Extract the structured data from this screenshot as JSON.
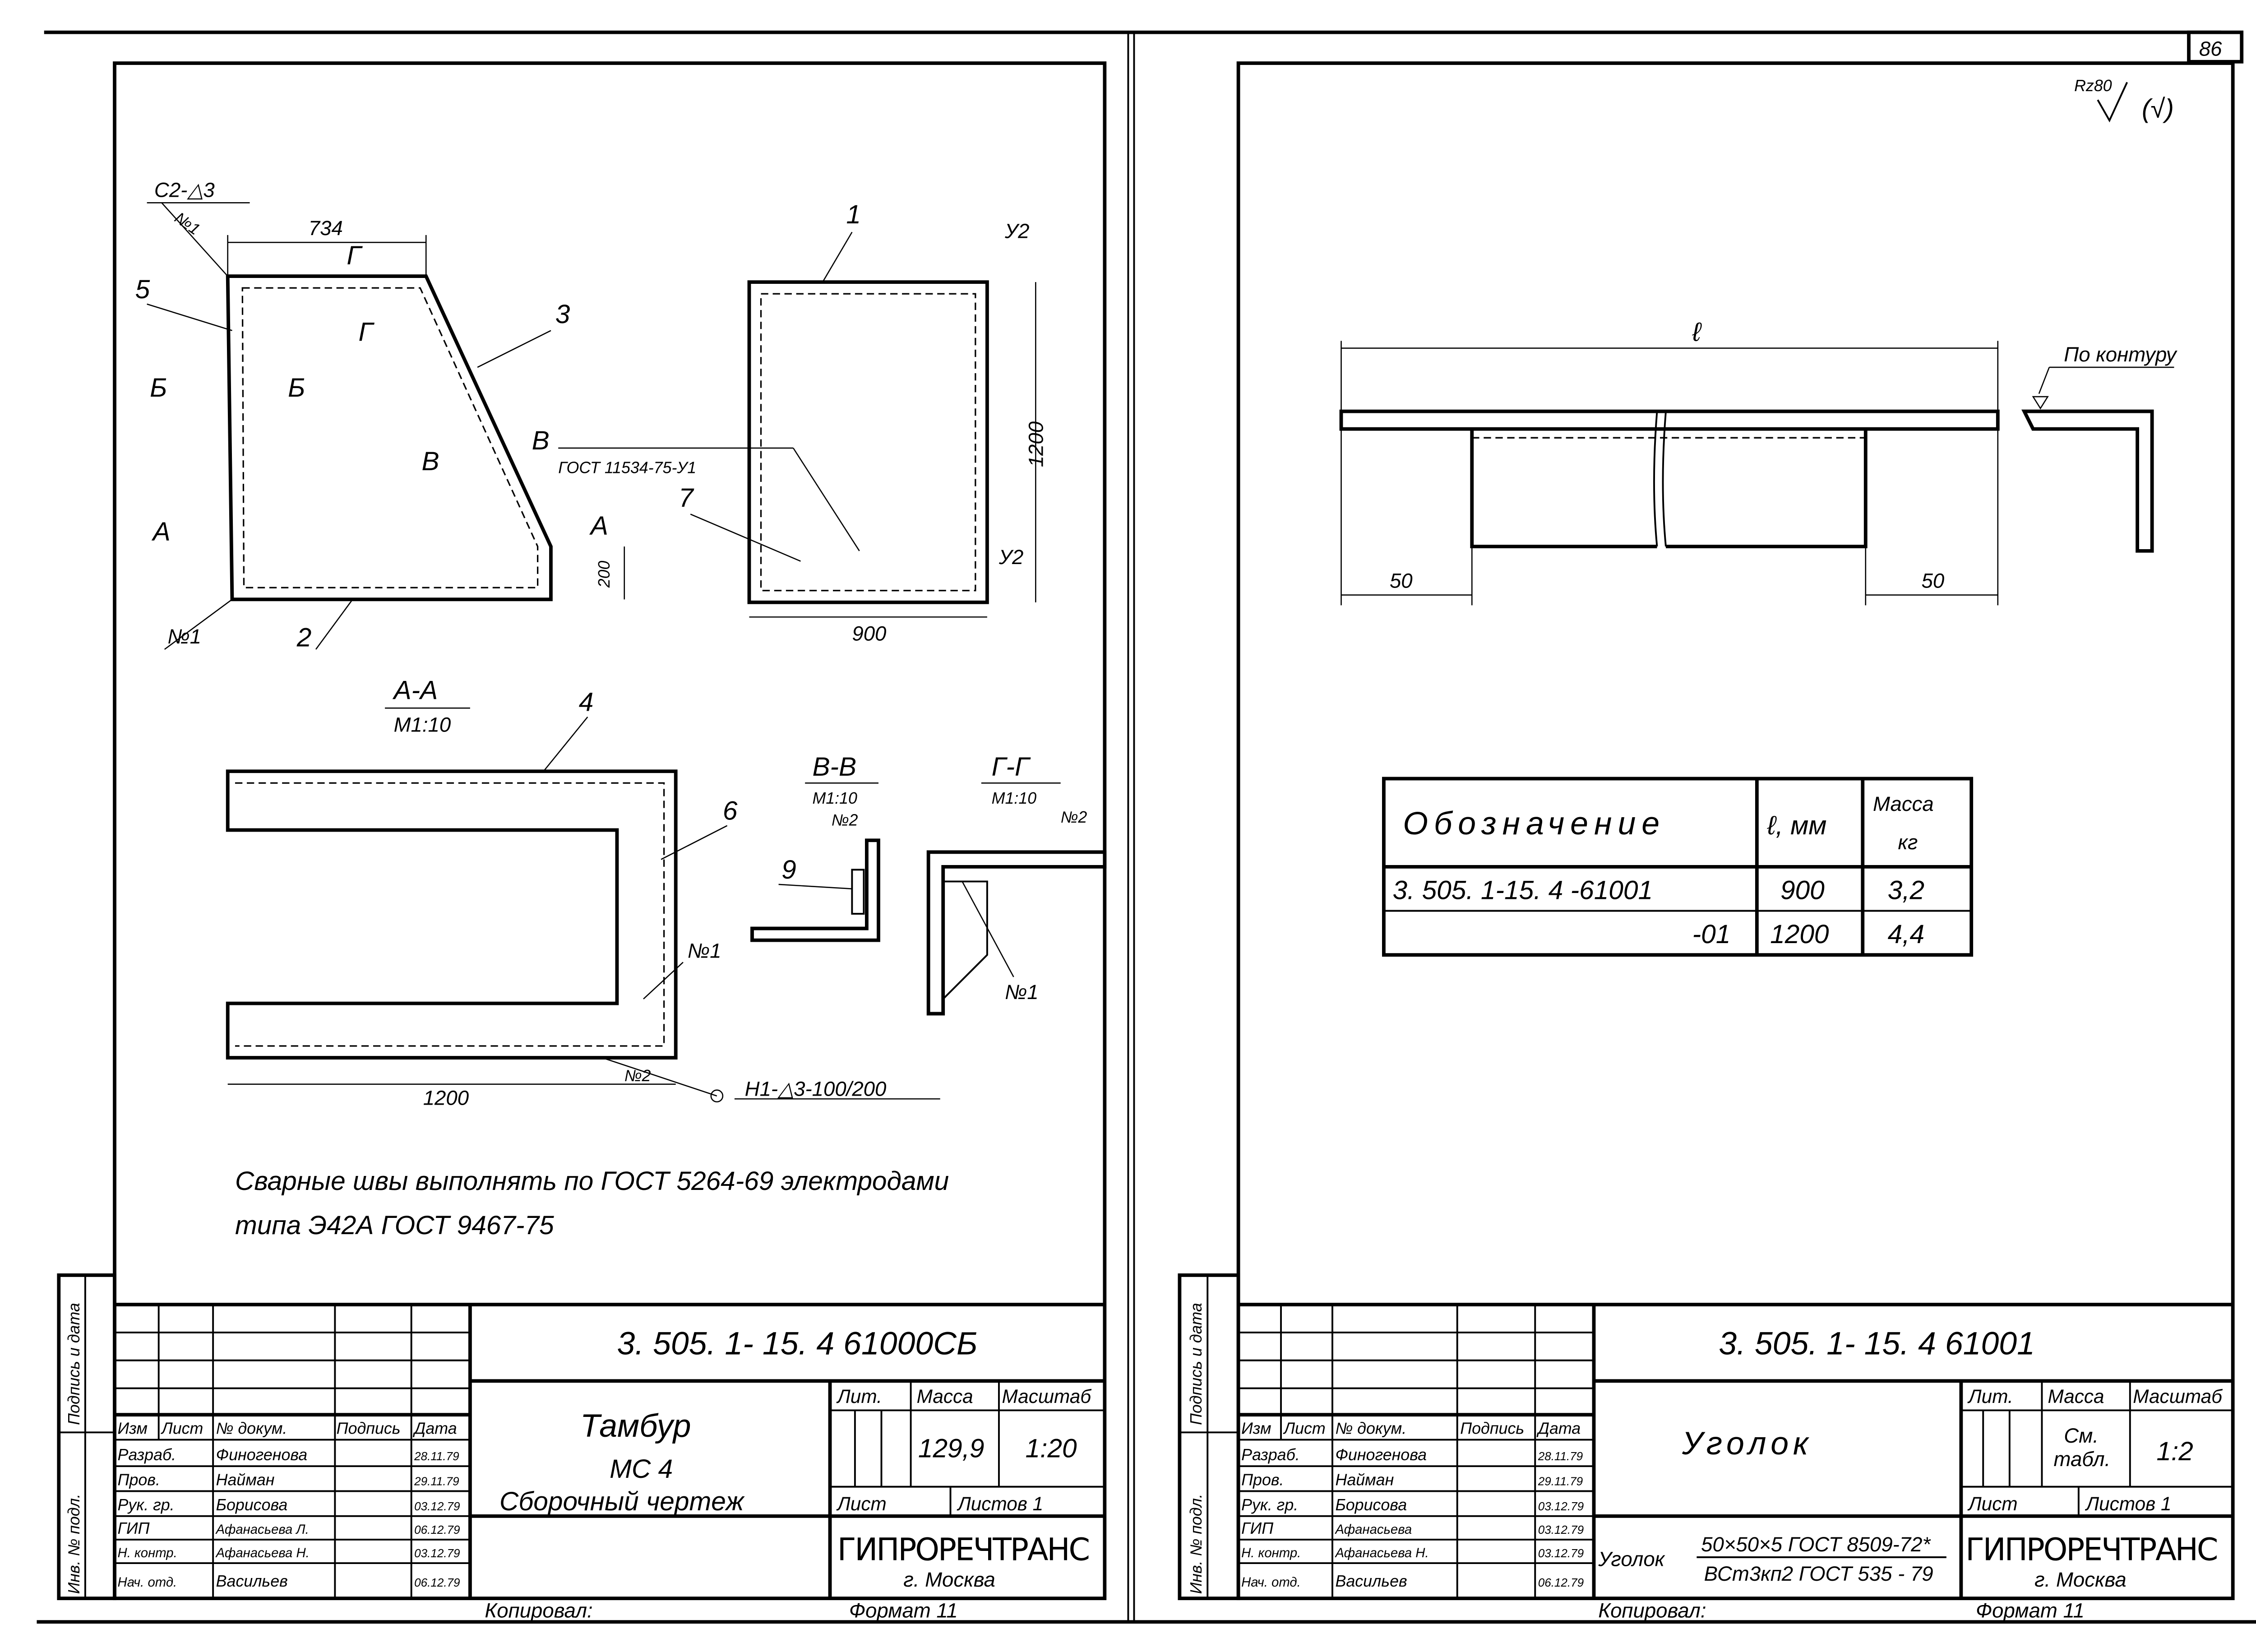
{
  "page_number": "86",
  "left_sheet": {
    "plan": {
      "weld_mark": "С2-△3",
      "weld_no": "№1",
      "dim_top": "734",
      "dim_side": "200",
      "pos": [
        "1",
        "2",
        "3",
        "5",
        "7"
      ],
      "section_marks": {
        "A": "А",
        "B": "Б",
        "V": "В",
        "G": "Г"
      },
      "corner_weld": "№1",
      "gost_label": "ГОСТ 11534-75-У1",
      "u2_top": "У2",
      "u2_bottom": "У2",
      "dim_height": "1200",
      "dim_width": "900"
    },
    "section_aa": {
      "title": "А-А",
      "scale": "М1:10",
      "pos4": "4",
      "pos6": "6",
      "weld1": "№1",
      "weld2": "№2",
      "dim": "1200",
      "weld_spec": "Н1-△3-100/200"
    },
    "section_vv": {
      "title": "В-В",
      "scale": "М1:10",
      "weld": "№2",
      "pos9": "9"
    },
    "section_gg": {
      "title": "Г-Г",
      "scale": "М1:10",
      "weld2": "№2",
      "weld1": "№1"
    },
    "notes": [
      "Сварные швы выполнять по ГОСТ 5264-69 электродами",
      "типа Э42А  ГОСТ 9467-75"
    ],
    "title_block": {
      "doc_number": "3. 505. 1- 15. 4    61000СБ",
      "name_line1": "Тамбур",
      "name_line2": "МС 4",
      "name_line3": "Сборочный чертеж",
      "headers": {
        "izm": "Изм",
        "list": "Лист",
        "doc": "№ докум.",
        "sign": "Подпись",
        "date": "Дата"
      },
      "roles": [
        {
          "role": "Разраб.",
          "name": "Финогенова",
          "date": "28.11.79"
        },
        {
          "role": "Пров.",
          "name": "Найман",
          "date": "29.11.79"
        },
        {
          "role": "Рук. гр.",
          "name": "Борисова",
          "date": "03.12.79"
        },
        {
          "role": "ГИП",
          "name": "Афанасьева Л.",
          "date": "06.12.79"
        },
        {
          "role": "Н. контр.",
          "name": "Афанасьева Н.",
          "date": "03.12.79"
        },
        {
          "role": "Нач. отд.",
          "name": "Васильев",
          "date": "06.12.79"
        }
      ],
      "lit_label": "Лит.",
      "mass_label": "Масса",
      "scale_label": "Масштаб",
      "mass": "129,9",
      "scale": "1:20",
      "sheet_label": "Лист",
      "sheets_label": "Листов 1",
      "company": "ГИПРОРЕЧТРАНС",
      "city": "г. Москва",
      "copied": "Копировал: ",
      "format": "Формат 11"
    },
    "side_strip": {
      "inv": "Инв. № подл.",
      "sign_date": "Подпись и дата"
    }
  },
  "right_sheet": {
    "roughness": "Rz80",
    "roughness_suffix": "(√)",
    "dim_l": "ℓ",
    "dim_left": "50",
    "dim_right": "50",
    "contour_label": "По контуру",
    "table": {
      "headers": [
        "Обозначение",
        "ℓ, мм",
        "Масса",
        "кг"
      ],
      "rows": [
        [
          "3. 505. 1-15. 4  -61001",
          "900",
          "3,2"
        ],
        [
          "-01",
          "1200",
          "4,4"
        ]
      ]
    },
    "title_block": {
      "doc_number": "3. 505. 1- 15. 4    61001",
      "name": "Уголок",
      "headers": {
        "izm": "Изм",
        "list": "Лист",
        "doc": "№ докум.",
        "sign": "Подпись",
        "date": "Дата"
      },
      "roles": [
        {
          "role": "Разраб.",
          "name": "Финогенова",
          "date": "28.11.79"
        },
        {
          "role": "Пров.",
          "name": "Найман",
          "date": "29.11.79"
        },
        {
          "role": "Рук. гр.",
          "name": "Борисова",
          "date": "03.12.79"
        },
        {
          "role": "ГИП",
          "name": "Афанасьева",
          "date": "03.12.79"
        },
        {
          "role": "Н. контр.",
          "name": "Афанасьева Н.",
          "date": "03.12.79"
        },
        {
          "role": "Нач. отд.",
          "name": "Васильев",
          "date": "06.12.79"
        }
      ],
      "lit_label": "Лит.",
      "mass_label": "Масса",
      "scale_label": "Масштаб",
      "mass_line1": "См.",
      "mass_line2": "табл.",
      "scale": "1:2",
      "sheet_label": "Лист",
      "sheets_label": "Листов 1",
      "material_word": "Уголок",
      "material_top": "50×50×5 ГОСТ 8509-72*",
      "material_bottom": "ВСт3кп2 ГОСТ 535 - 79",
      "company": "ГИПРОРЕЧТРАНС",
      "city": "г. Москва",
      "copied": "Копировал: ",
      "format": "Формат 11"
    },
    "side_strip": {
      "inv": "Инв. № подл.",
      "sign_date": "Подпись и дата"
    }
  }
}
